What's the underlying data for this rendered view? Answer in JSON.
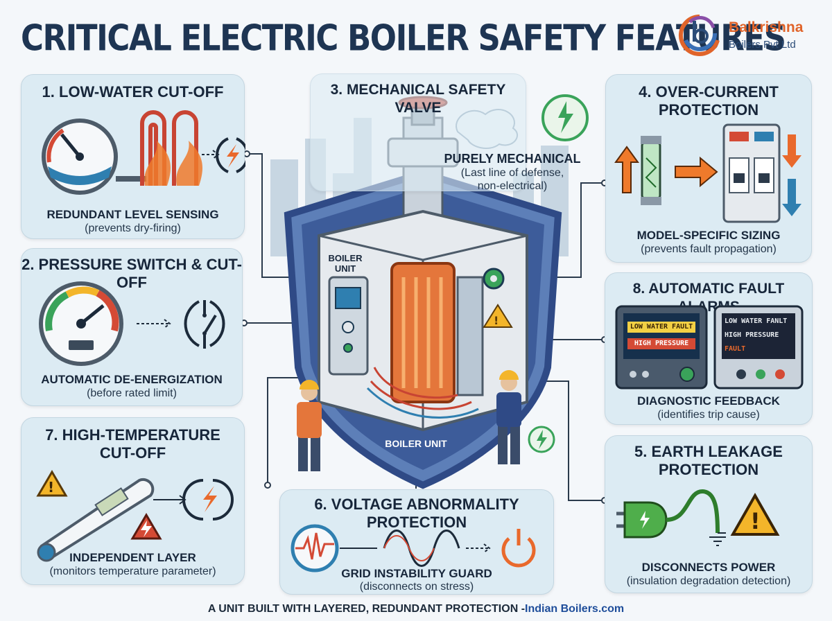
{
  "title": "CRITICAL ELECTRIC BOILER SAFETY FEATURES",
  "logo": {
    "name": "Balkrishna",
    "subtitle": "Boilers Pvt Ltd"
  },
  "panels": {
    "p1": {
      "title": "1. LOW-WATER CUT-OFF",
      "sub1": "REDUNDANT LEVEL SENSING",
      "sub2": "(prevents dry-firing)"
    },
    "p2": {
      "title": "2. PRESSURE SWITCH & CUT-OFF",
      "sub1": "AUTOMATIC DE-ENERGIZATION",
      "sub2": "(before rated limit)"
    },
    "p7": {
      "title_line1": "7. HIGH-TEMPERATURE",
      "title_line2": "CUT-OFF",
      "sub1": "INDEPENDENT LAYER",
      "sub2": "(monitors temperature parameter)"
    },
    "p3": {
      "title": "3. MECHANICAL SAFETY VALVE",
      "sub1": "PURELY MECHANICAL",
      "sub2_line1": "(Last line of defense,",
      "sub2_line2": "non-electrical)"
    },
    "p4": {
      "title_line1": "4. OVER-CURRENT",
      "title_line2": "PROTECTION",
      "sub1": "MODEL-SPECIFIC SIZING",
      "sub2": "(prevents fault propagation)"
    },
    "p8": {
      "title": "8. AUTOMATIC FAULT ALARMS",
      "sub1": "DIAGNOSTIC FEEDBACK",
      "sub2": "(identifies trip cause)",
      "screen1": [
        "LOW WATER FAULT",
        "HIGH PRESSURE"
      ],
      "screen2": [
        "LOW WATER FANLT",
        "HIGH PRESSURE",
        "FAULT"
      ]
    },
    "p5": {
      "title_line1": "5. EARTH LEAKAGE",
      "title_line2": "PROTECTION",
      "sub1": "DISCONNECTS POWER",
      "sub2": "(insulation degradation detection)"
    },
    "p6": {
      "title_line1": "6. VOLTAGE ABNORMALITY",
      "title_line2": "PROTECTION",
      "sub1": "GRID INSTABILITY GUARD",
      "sub2": "(disconnects on stress)"
    }
  },
  "boiler": {
    "label_top_line1": "BOILER",
    "label_top_line2": "UNIT",
    "label_bottom": "BOILER UNIT"
  },
  "footer": {
    "main": "A UNIT BUILT WITH LAYERED, REDUNDANT PROTECTION -",
    "source": "Indian Boilers.com"
  },
  "colors": {
    "panel_bg": "#dcebf3",
    "title": "#1e3553",
    "accent_orange": "#e9692c",
    "shield": "#2f4a86"
  }
}
